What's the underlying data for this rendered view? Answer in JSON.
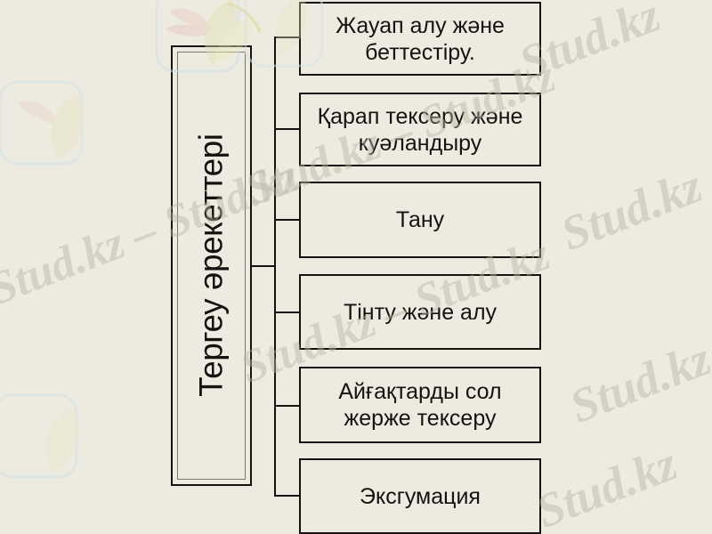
{
  "diagram": {
    "type": "organizational-tree",
    "orientation": "left-root-right-leaves",
    "background_color": "#edeae0",
    "line_color": "#15130f",
    "root": {
      "label": "Тергеу әрекеттері",
      "rotation_degrees": -90
    },
    "nodes": [
      {
        "label": "Жауап алу және беттестіру."
      },
      {
        "label": "Қарап тексеру және куәландыру"
      },
      {
        "label": "Тану"
      },
      {
        "label": "Тінту және алу"
      },
      {
        "label": "Айғақтарды сол жерже тексеру"
      },
      {
        "label": "Эксгумация"
      }
    ]
  },
  "watermarks": {
    "text_1": "Stud.kz",
    "text_2": "Stud.kz – Stud.kz",
    "text_3": "Stud.kz – Stud.kz",
    "text_4": "Stud.kz – Stud.kz",
    "text_5": "Stud.kz",
    "text_6": "Stud.kz",
    "text_7": "Stud.kz",
    "logo_name": "leaf-logo-watermark",
    "color": "#b9b5a6"
  }
}
